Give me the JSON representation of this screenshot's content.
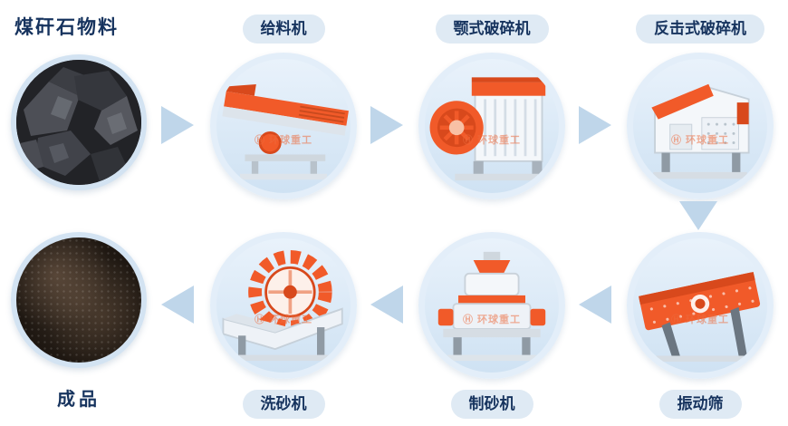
{
  "flow": {
    "source_label": "煤矸石物料",
    "product_label": "成品"
  },
  "stages": {
    "top": [
      {
        "id": "feeder",
        "label": "给料机"
      },
      {
        "id": "jaw-crusher",
        "label": "颚式破碎机"
      },
      {
        "id": "impact-crusher",
        "label": "反击式破碎机"
      }
    ],
    "bottom": [
      {
        "id": "sand-washer",
        "label": "洗砂机"
      },
      {
        "id": "sand-maker",
        "label": "制砂机"
      },
      {
        "id": "vibrating-screen",
        "label": "振动筛"
      }
    ]
  },
  "watermark": {
    "text": "Ⓗ 环球重工"
  },
  "colors": {
    "machine_orange": "#f15a29",
    "machine_orange_dark": "#d8491c",
    "label_navy": "#16335e",
    "circle_fill": "#d9e8f6",
    "circle_ring": "#e3eef9",
    "pill_bg": "#dfeaf4",
    "arrow_blue": "#bfd6ea"
  }
}
